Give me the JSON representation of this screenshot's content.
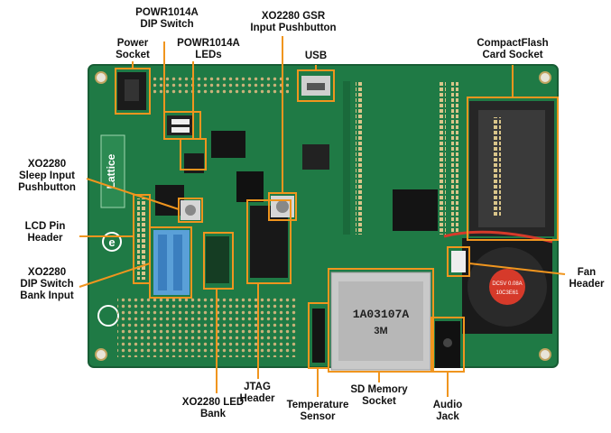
{
  "labels": {
    "power_socket": [
      "Power",
      "Socket"
    ],
    "powr1014a_dip": [
      "POWR1014A",
      "DIP Switch"
    ],
    "powr1014a_leds": [
      "POWR1014A",
      "LEDs"
    ],
    "xo2280_gsr": [
      "XO2280 GSR",
      "Input Pushbutton"
    ],
    "usb": [
      "USB"
    ],
    "compactflash": [
      "CompactFlash",
      "Card Socket"
    ],
    "xo2280_sleep": [
      "XO2280",
      "Sleep Input",
      "Pushbutton"
    ],
    "lcd_pin": [
      "LCD Pin",
      "Header"
    ],
    "xo2280_dip": [
      "XO2280",
      "DIP Switch",
      "Bank Input"
    ],
    "fan_header": [
      "Fan",
      "Header"
    ],
    "xo2280_led": [
      "XO2280 LED",
      "Bank"
    ],
    "jtag": [
      "JTAG",
      "Header"
    ],
    "temp_sensor": [
      "Temperature",
      "Sensor"
    ],
    "sd_socket": [
      "SD Memory",
      "Socket"
    ],
    "audio_jack": [
      "Audio",
      "Jack"
    ]
  },
  "board": {
    "brand": "Lattice",
    "sd_marking": "1A03107A",
    "sd_brand": "3M",
    "fan_marking": "DC5V 0.08A",
    "fan_id": "10C3E61"
  },
  "colors": {
    "pcb": "#1f7a45",
    "callout": "#f0951e",
    "label": "#111111"
  }
}
